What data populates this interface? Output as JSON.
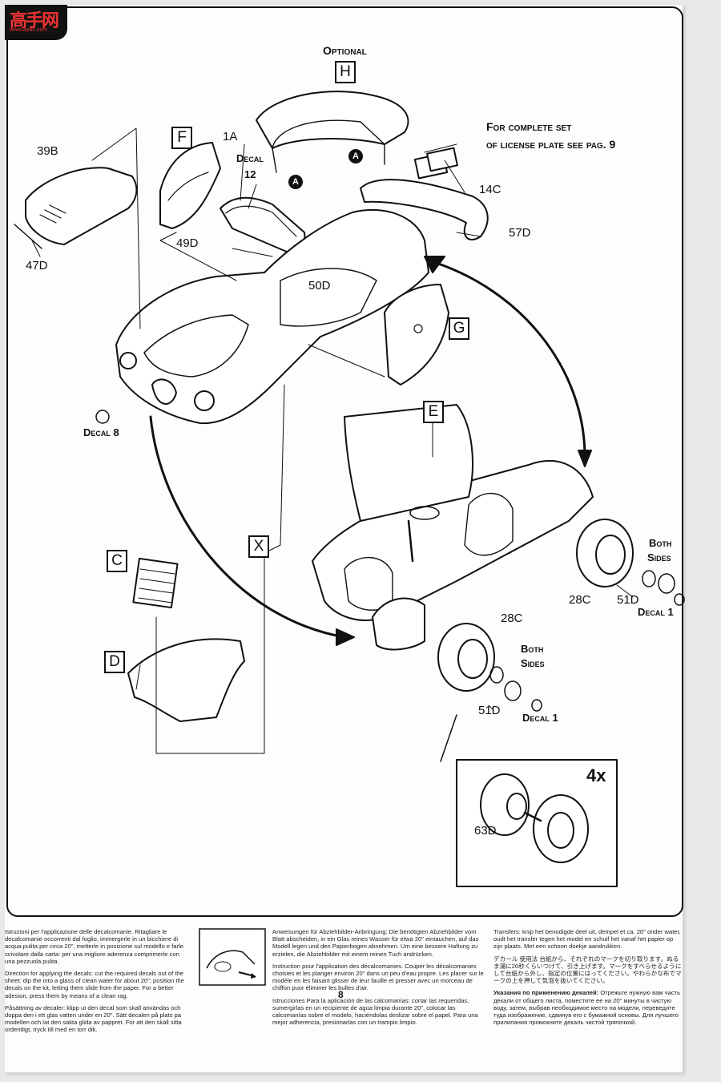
{
  "logo": {
    "mark": "高手网",
    "url": "www.aaac.com"
  },
  "step_label": "",
  "optional": "Optional",
  "license_note": {
    "line1": "For complete set",
    "line2": "of license plate see pag. 9"
  },
  "boxes": {
    "H": "H",
    "F": "F",
    "G": "G",
    "E": "E",
    "X": "X",
    "C": "C",
    "D": "D"
  },
  "parts": {
    "p39b": "39B",
    "p47d": "47D",
    "p1a": "1A",
    "decal12_a": "Decal",
    "decal12_b": "12",
    "p49d": "49D",
    "p50d": "50D",
    "p14c": "14C",
    "p57d": "57D",
    "decal8": "Decal 8",
    "p28c_right": "28C",
    "p51d_right": "51D",
    "decal1_right": "Decal 1",
    "both_right_1": "Both",
    "both_right_2": "Sides",
    "p28c_front": "28C",
    "p51d_front": "51D",
    "decal1_front": "Decal 1",
    "both_front_1": "Both",
    "both_front_2": "Sides",
    "p63d": "63D",
    "qty": "4x",
    "callout_a1": "A",
    "callout_a2": "A"
  },
  "instructions": {
    "it": "Istruzioni per l'applicazione delle decalcomanie. Ritagliare le decalcomanie occorrenti dal foglio, immergerle in un bicchiere di acqua pulita per circa 20\", metterle in posizione sul modello e farle scivolare dalla carta: per una migliore aderenza comprimerle con una pezzuola pulita.",
    "en": "Direction for applying the decals: cut the required decals out of the sheet: dip the into a glass of clean water for about 20\"; position the decals on the kit, letting them slide from the paper. For a better adesion, press them by means of a clean rag.",
    "sv": "Påsättning av decaler: klipp ut den decal som skall användas och doppa den i ett glas vatten under en 20\". Sätt decalen på plats pa modellen och lat den sakta glida av pappret. For att den skall sitta ordentligt, tryck till med en torr dik.",
    "de": "Anweisungen für Abziehbilder-Anbringung: Die benötigten Abziehbilder vom Blatt abscheiden, in ein Glas reines Wasser für etwa 20\" eintauchen, auf das Modell legen und den Papierbogen abnehmen. Um eine bessere Haftung zu erzielen, die Abziehbilder mit einem reinen Tuch andrücken.",
    "fr": "Instruction pour l'application des décalcomanies. Couper les décalcomanies choisies et les planger environ 20\" dans un peu d'eau propre. Les placer sur le modèle en les faisant glisser de leur fauille et presser avec un morceau de chiffon puor éliminer les bulles d'air.",
    "es": "Istrucciones Para la aplicación de las calcomanías: cortar las requeridas, sumergirlas en un recipiente de agua limpia durante 20\", colocar las calcomanías sobre el modelo, haciéndolas deslizar sobre el papel. Para una mejor adherencia, presionarlas con un trampio limpio.",
    "nl": "Transfers: knip het benodigde deel uit, dempel et ca. 20\" onder water, oudt het transfer tegen het model en schuif het vanaf het papier op zijn plaats. Met een schoon doekje aandrukken.",
    "ja": "デカール 使用法 台紙から、それぞれのマークを切り取ります。ぬるま湯に20秒くらいつけて、引き上げます。マークをすべらせるようにして台紙から外し、指定の位置にはってください。やわらかな布でマークの上を押して気泡を抜いてください。",
    "ru_title": "Указания по применению декалей:",
    "ru": "Отрежьте нужную вам часть декали от общего листа, поместите ее на 20\" минуты в чистую воду, затем, выбрав необходимое место на модели, переведите туда изображение, сдвинув его с бумажной основы. Для лучшего прилипания промокните декаль чистой тряпочкой."
  },
  "page_number": "8"
}
